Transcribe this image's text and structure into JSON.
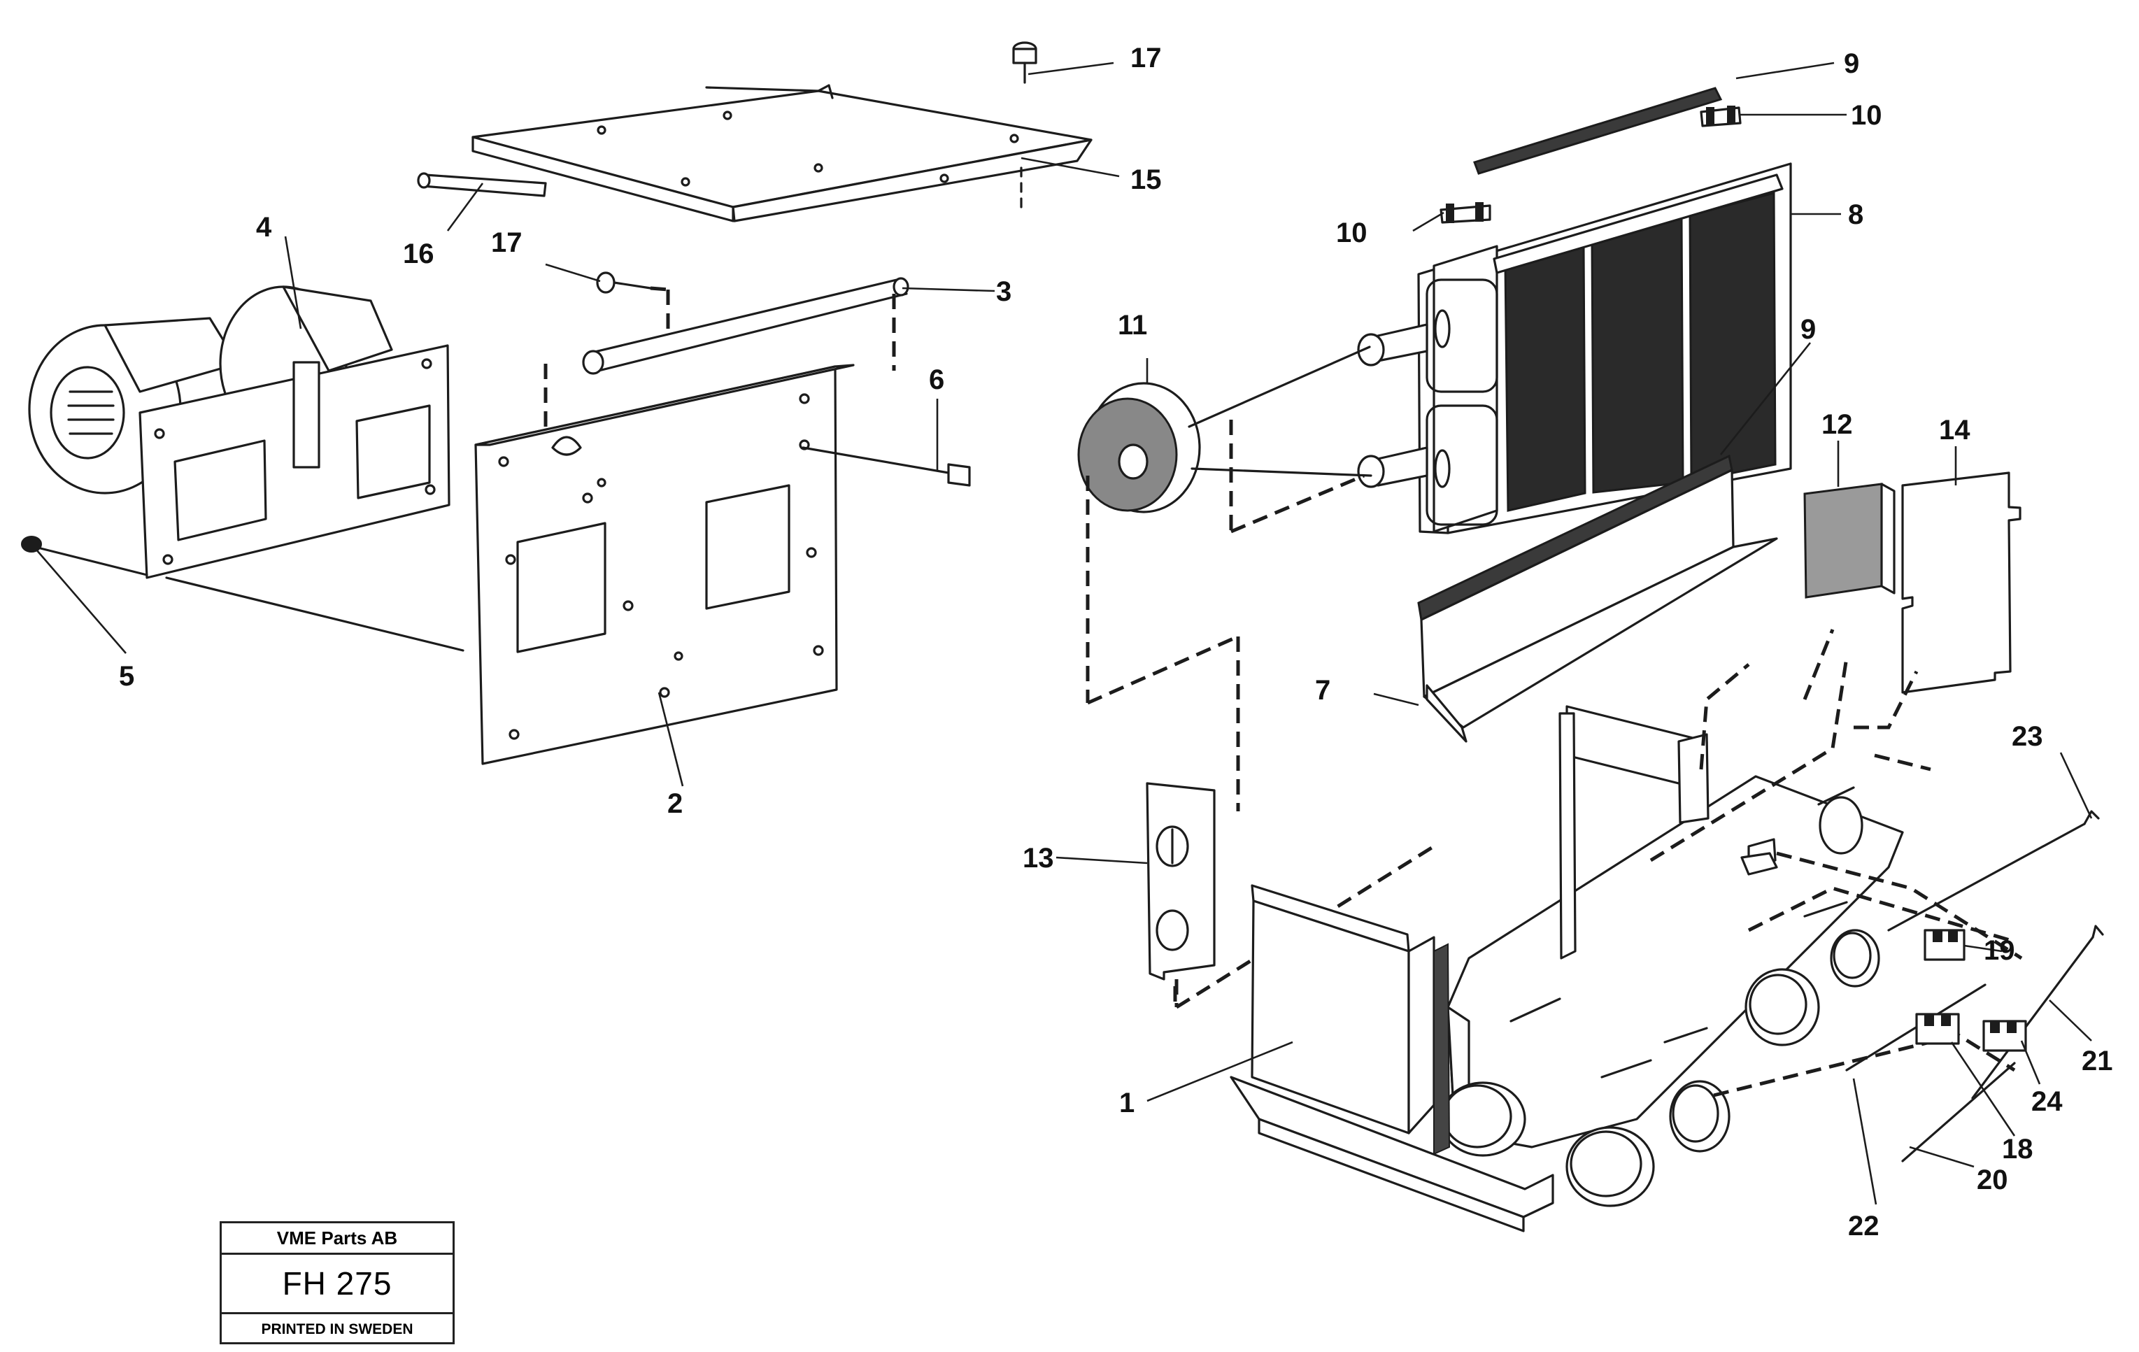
{
  "callouts": {
    "c1": "1",
    "c2": "2",
    "c3": "3",
    "c4": "4",
    "c5": "5",
    "c6": "6",
    "c7": "7",
    "c8": "8",
    "c9a": "9",
    "c9b": "9",
    "c10a": "10",
    "c10b": "10",
    "c11": "11",
    "c12": "12",
    "c13": "13",
    "c14": "14",
    "c15": "15",
    "c16": "16",
    "c17a": "17",
    "c17b": "17",
    "c18": "18",
    "c19": "19",
    "c20": "20",
    "c21": "21",
    "c22": "22",
    "c23": "23",
    "c24": "24"
  },
  "title_block": {
    "company": "VME Parts AB",
    "code": "FH 275",
    "footer": "PRINTED IN SWEDEN"
  }
}
